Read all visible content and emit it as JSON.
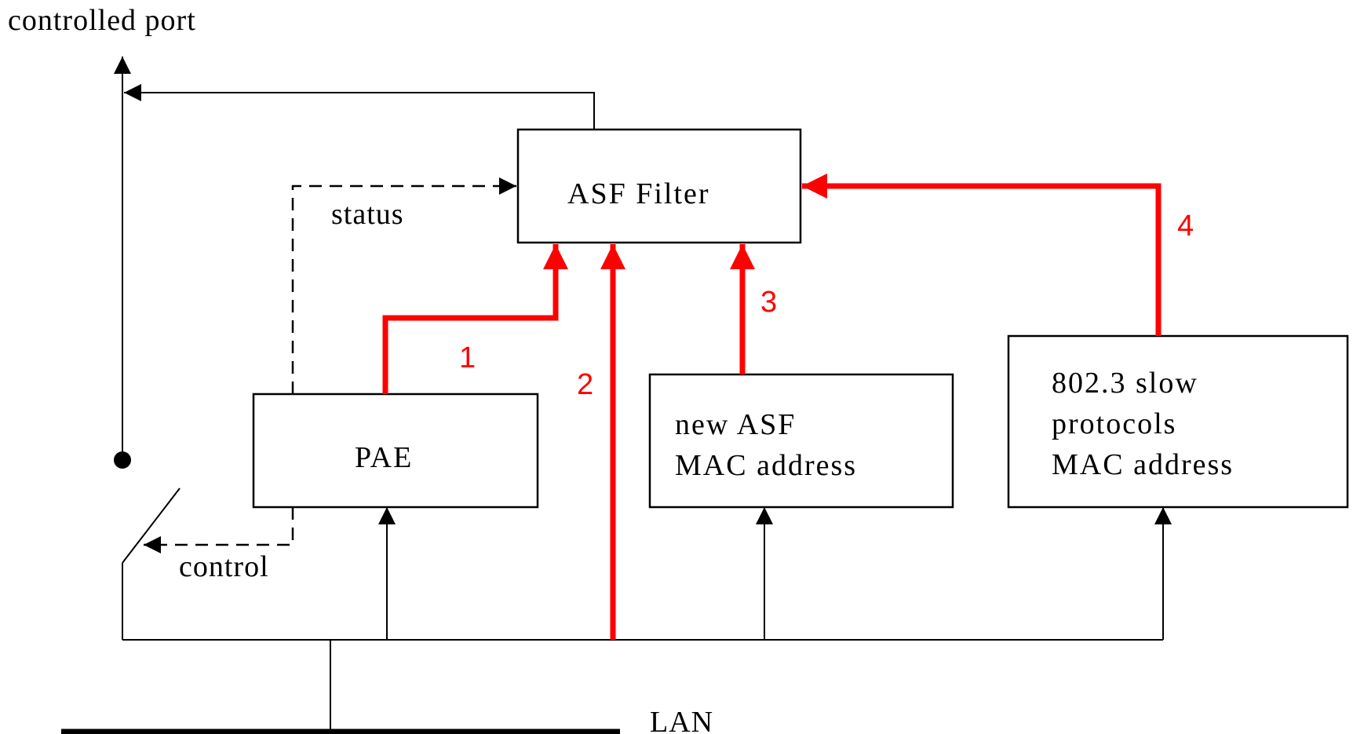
{
  "labels": {
    "controlled_port": "controlled port",
    "status": "status",
    "control": "control",
    "lan": "LAN"
  },
  "boxes": {
    "asf_filter": "ASF Filter",
    "pae": "PAE",
    "new_asf_line1": "new ASF",
    "new_asf_line2": "MAC address",
    "slow_line1": "802.3 slow",
    "slow_line2": "protocols",
    "slow_line3": "MAC address"
  },
  "paths": {
    "p1": "1",
    "p2": "2",
    "p3": "3",
    "p4": "4"
  },
  "colors": {
    "accent_red": "#ff0000",
    "line": "#000000"
  }
}
